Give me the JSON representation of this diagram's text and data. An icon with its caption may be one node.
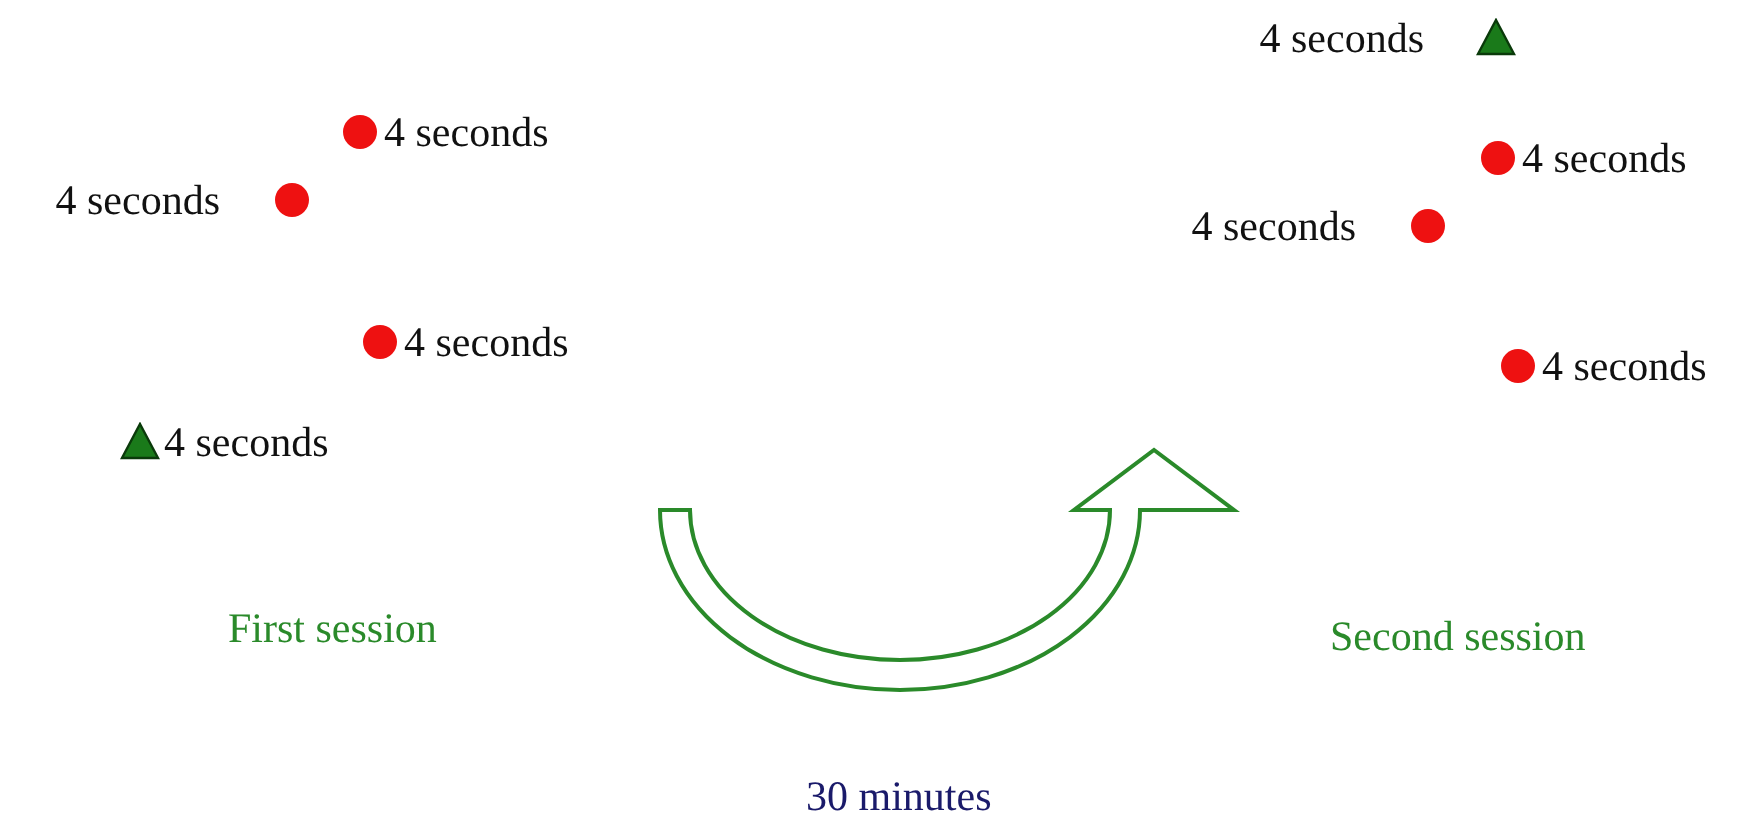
{
  "diagram": {
    "nodes": [
      {
        "text": [],
        "shape": "circle",
        "beside": [
          "4 seconds"
        ]
      },
      {
        "text": [],
        "shape": "circle",
        "beside": [
          "4 seconds"
        ]
      },
      {
        "text": [],
        "shape": "circle",
        "beside": [
          "4 seconds"
        ]
      },
      {
        "text": [],
        "shape": "triangle",
        "beside": [
          "4 seconds"
        ]
      },
      {
        "text": [],
        "shape": "triangle",
        "beside": [
          "4 seconds"
        ]
      },
      {
        "text": [],
        "shape": "circle",
        "beside": [
          "4 seconds"
        ]
      },
      {
        "text": [],
        "shape": "circle",
        "beside": [
          "4 seconds"
        ]
      },
      {
        "text": [],
        "shape": "circle",
        "beside": [
          "4 seconds"
        ]
      }
    ],
    "labels": [
      "First session",
      "Second session",
      "30 minutes"
    ]
  }
}
